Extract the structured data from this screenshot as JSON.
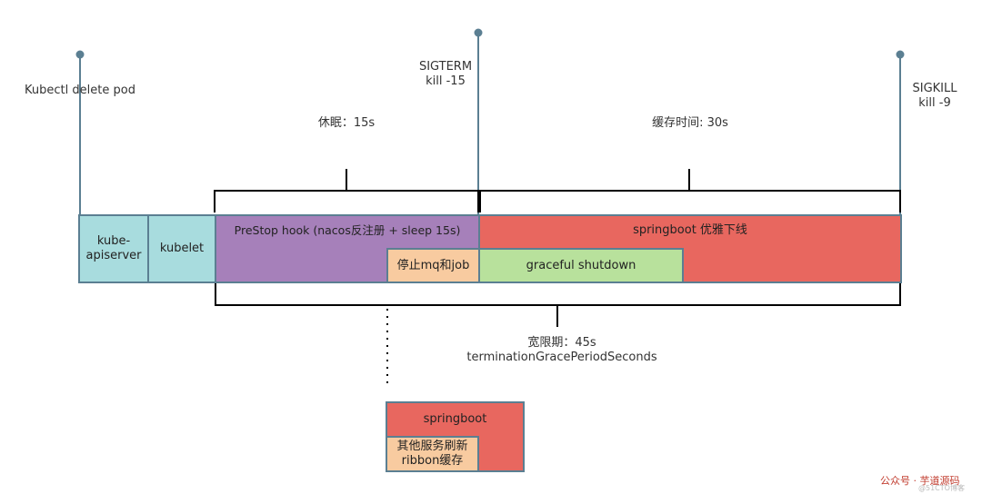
{
  "timeline": {
    "markers": {
      "kubectl": "Kubectl delete pod",
      "sigterm_line1": "SIGTERM",
      "sigterm_line2": "kill -15",
      "sigkill_line1": "SIGKILL",
      "sigkill_line2": "kill -9"
    },
    "brackets": {
      "sleep": "休眠：15s",
      "cache": "缓存时间: 30s",
      "grace_line1": "宽限期：45s",
      "grace_line2": "terminationGracePeriodSeconds"
    }
  },
  "blocks": {
    "apiserver_line1": "kube-",
    "apiserver_line2": "apiserver",
    "kubelet": "kubelet",
    "prestop": "PreStop hook (nacos反注册 + sleep 15s)",
    "stop_mq": "停止mq和job",
    "springboot_offline": "springboot 优雅下线",
    "graceful": "graceful shutdown"
  },
  "detail": {
    "springboot": "springboot",
    "refresh_line1": "其他服务刷新",
    "refresh_line2": "ribbon缓存"
  },
  "watermark": {
    "text": "公众号 · 芋道源码",
    "sub": "@51CTO博客"
  },
  "colors": {
    "line": "#5b7f92",
    "teal": "#a8dcde",
    "purple": "#a680ba",
    "red": "#e8675f",
    "peach": "#f8cba0",
    "green": "#b8e19c"
  }
}
